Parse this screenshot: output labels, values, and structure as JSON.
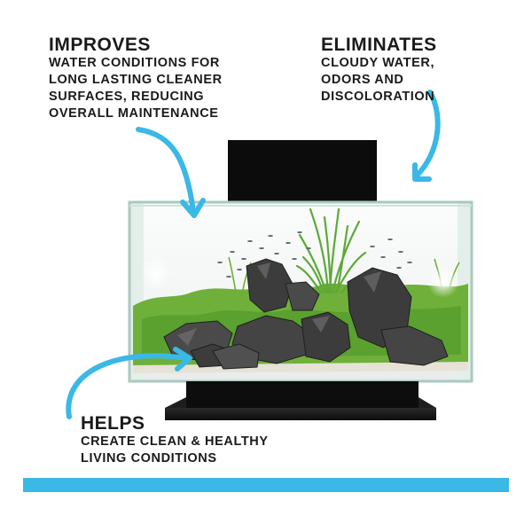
{
  "callouts": {
    "improves": {
      "heading": "IMPROVES",
      "body": "WATER CONDITIONS FOR\nLONG LASTING CLEANER\nSURFACES, REDUCING\nOVERALL MAINTENANCE"
    },
    "eliminates": {
      "heading": "ELIMINATES",
      "body": "CLOUDY WATER,\nODORS AND\nDISCOLORATION"
    },
    "helps": {
      "heading": "HELPS",
      "body": "CREATE CLEAN & HEALTHY\nLIVING CONDITIONS"
    }
  },
  "colors": {
    "accent": "#3ab8e6",
    "stand": "#0d0d0d",
    "plants": "#6fb03a",
    "rocks": "#3c3c3c",
    "substrate": "#e6e2d8"
  }
}
